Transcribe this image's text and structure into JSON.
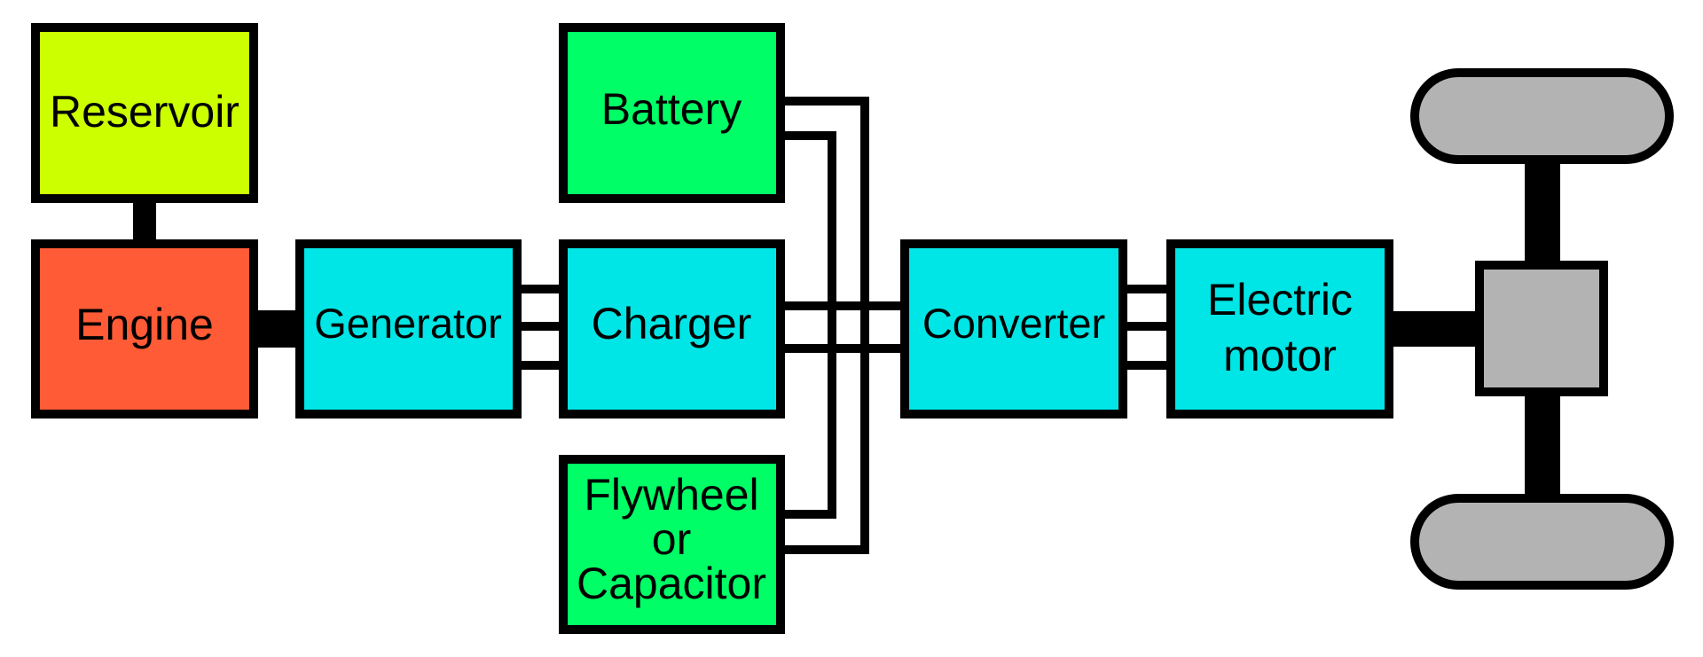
{
  "colors": {
    "reservoir": "#ccff00",
    "engine": "#ff5b36",
    "cyan": "#00e5e5",
    "storage": "#00ff66",
    "gray": "#b3b3b3",
    "line": "#000000"
  },
  "blocks": {
    "reservoir": "Reservoir",
    "engine": "Engine",
    "generator": "Generator",
    "charger": "Charger",
    "battery": "Battery",
    "flywheel_line1": "Flywheel",
    "flywheel_line2": "or",
    "flywheel_line3": "Capacitor",
    "converter": "Converter",
    "motor_line1": "Electric",
    "motor_line2": "motor"
  }
}
